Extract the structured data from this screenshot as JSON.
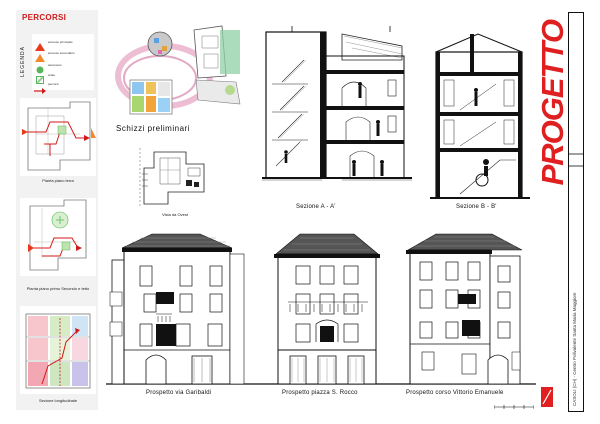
{
  "sidebar": {
    "title": "PERCORSI",
    "legend_word": "LEGENDA",
    "legend_items": [
      {
        "label": "accesso principale",
        "color": "#e63a1a",
        "shape": "triangle"
      },
      {
        "label": "accesso secondario",
        "color": "#f28a2a",
        "shape": "triangle"
      },
      {
        "label": "ascensore",
        "color": "#5ab55a",
        "shape": "dot"
      },
      {
        "label": "scale",
        "color": "#5ab55a",
        "shape": "square"
      },
      {
        "label": "percorsi",
        "color": "#d11a1a",
        "shape": "arrow"
      }
    ],
    "plans": [
      {
        "caption": "Pianta piano terra"
      },
      {
        "caption": "Pianta piano primo Secondo e tetto"
      },
      {
        "caption": "Sezione longitudinale"
      }
    ]
  },
  "sketches": {
    "title": "Schizzi preliminari",
    "small_caption": "Vista da Ovest"
  },
  "sections": [
    {
      "label": "Sezione A - A'"
    },
    {
      "label": "Sezione B - B'"
    }
  ],
  "elevations": [
    {
      "label": "Prospetto via Garibaldi"
    },
    {
      "label": "Prospetto piazza S. Rocco"
    },
    {
      "label": "Prospetto corso Vittorio Emanuele"
    }
  ],
  "banner": {
    "brand": "PROGETTO",
    "project": "CASOLI (CH) - Centro Polivalente Santa Maria Maggiore"
  },
  "colors": {
    "accent": "#e02020",
    "roof": "#555555",
    "line": "#222222"
  }
}
